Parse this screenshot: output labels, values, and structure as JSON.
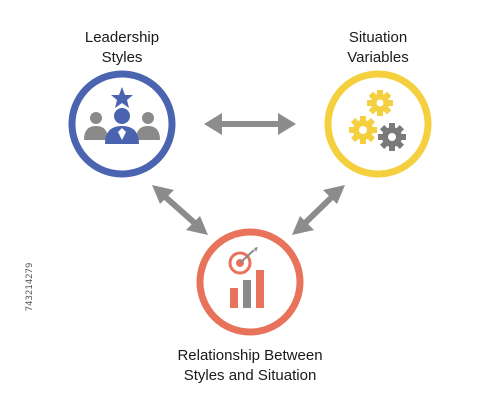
{
  "nodes": {
    "leadership": {
      "label": "Leadership\nStyles",
      "color": "#4a64b0"
    },
    "situation": {
      "label": "Situation\nVariables",
      "color": "#f4d03f"
    },
    "relationship": {
      "label": "Relationship Between\nStyles and Situation",
      "color": "#e8735a"
    }
  },
  "colors": {
    "arrow": "#8c8c8c",
    "gear_gray": "#7a7a7a",
    "person_gray": "#8a8a8a"
  },
  "watermark_id": "743214279"
}
